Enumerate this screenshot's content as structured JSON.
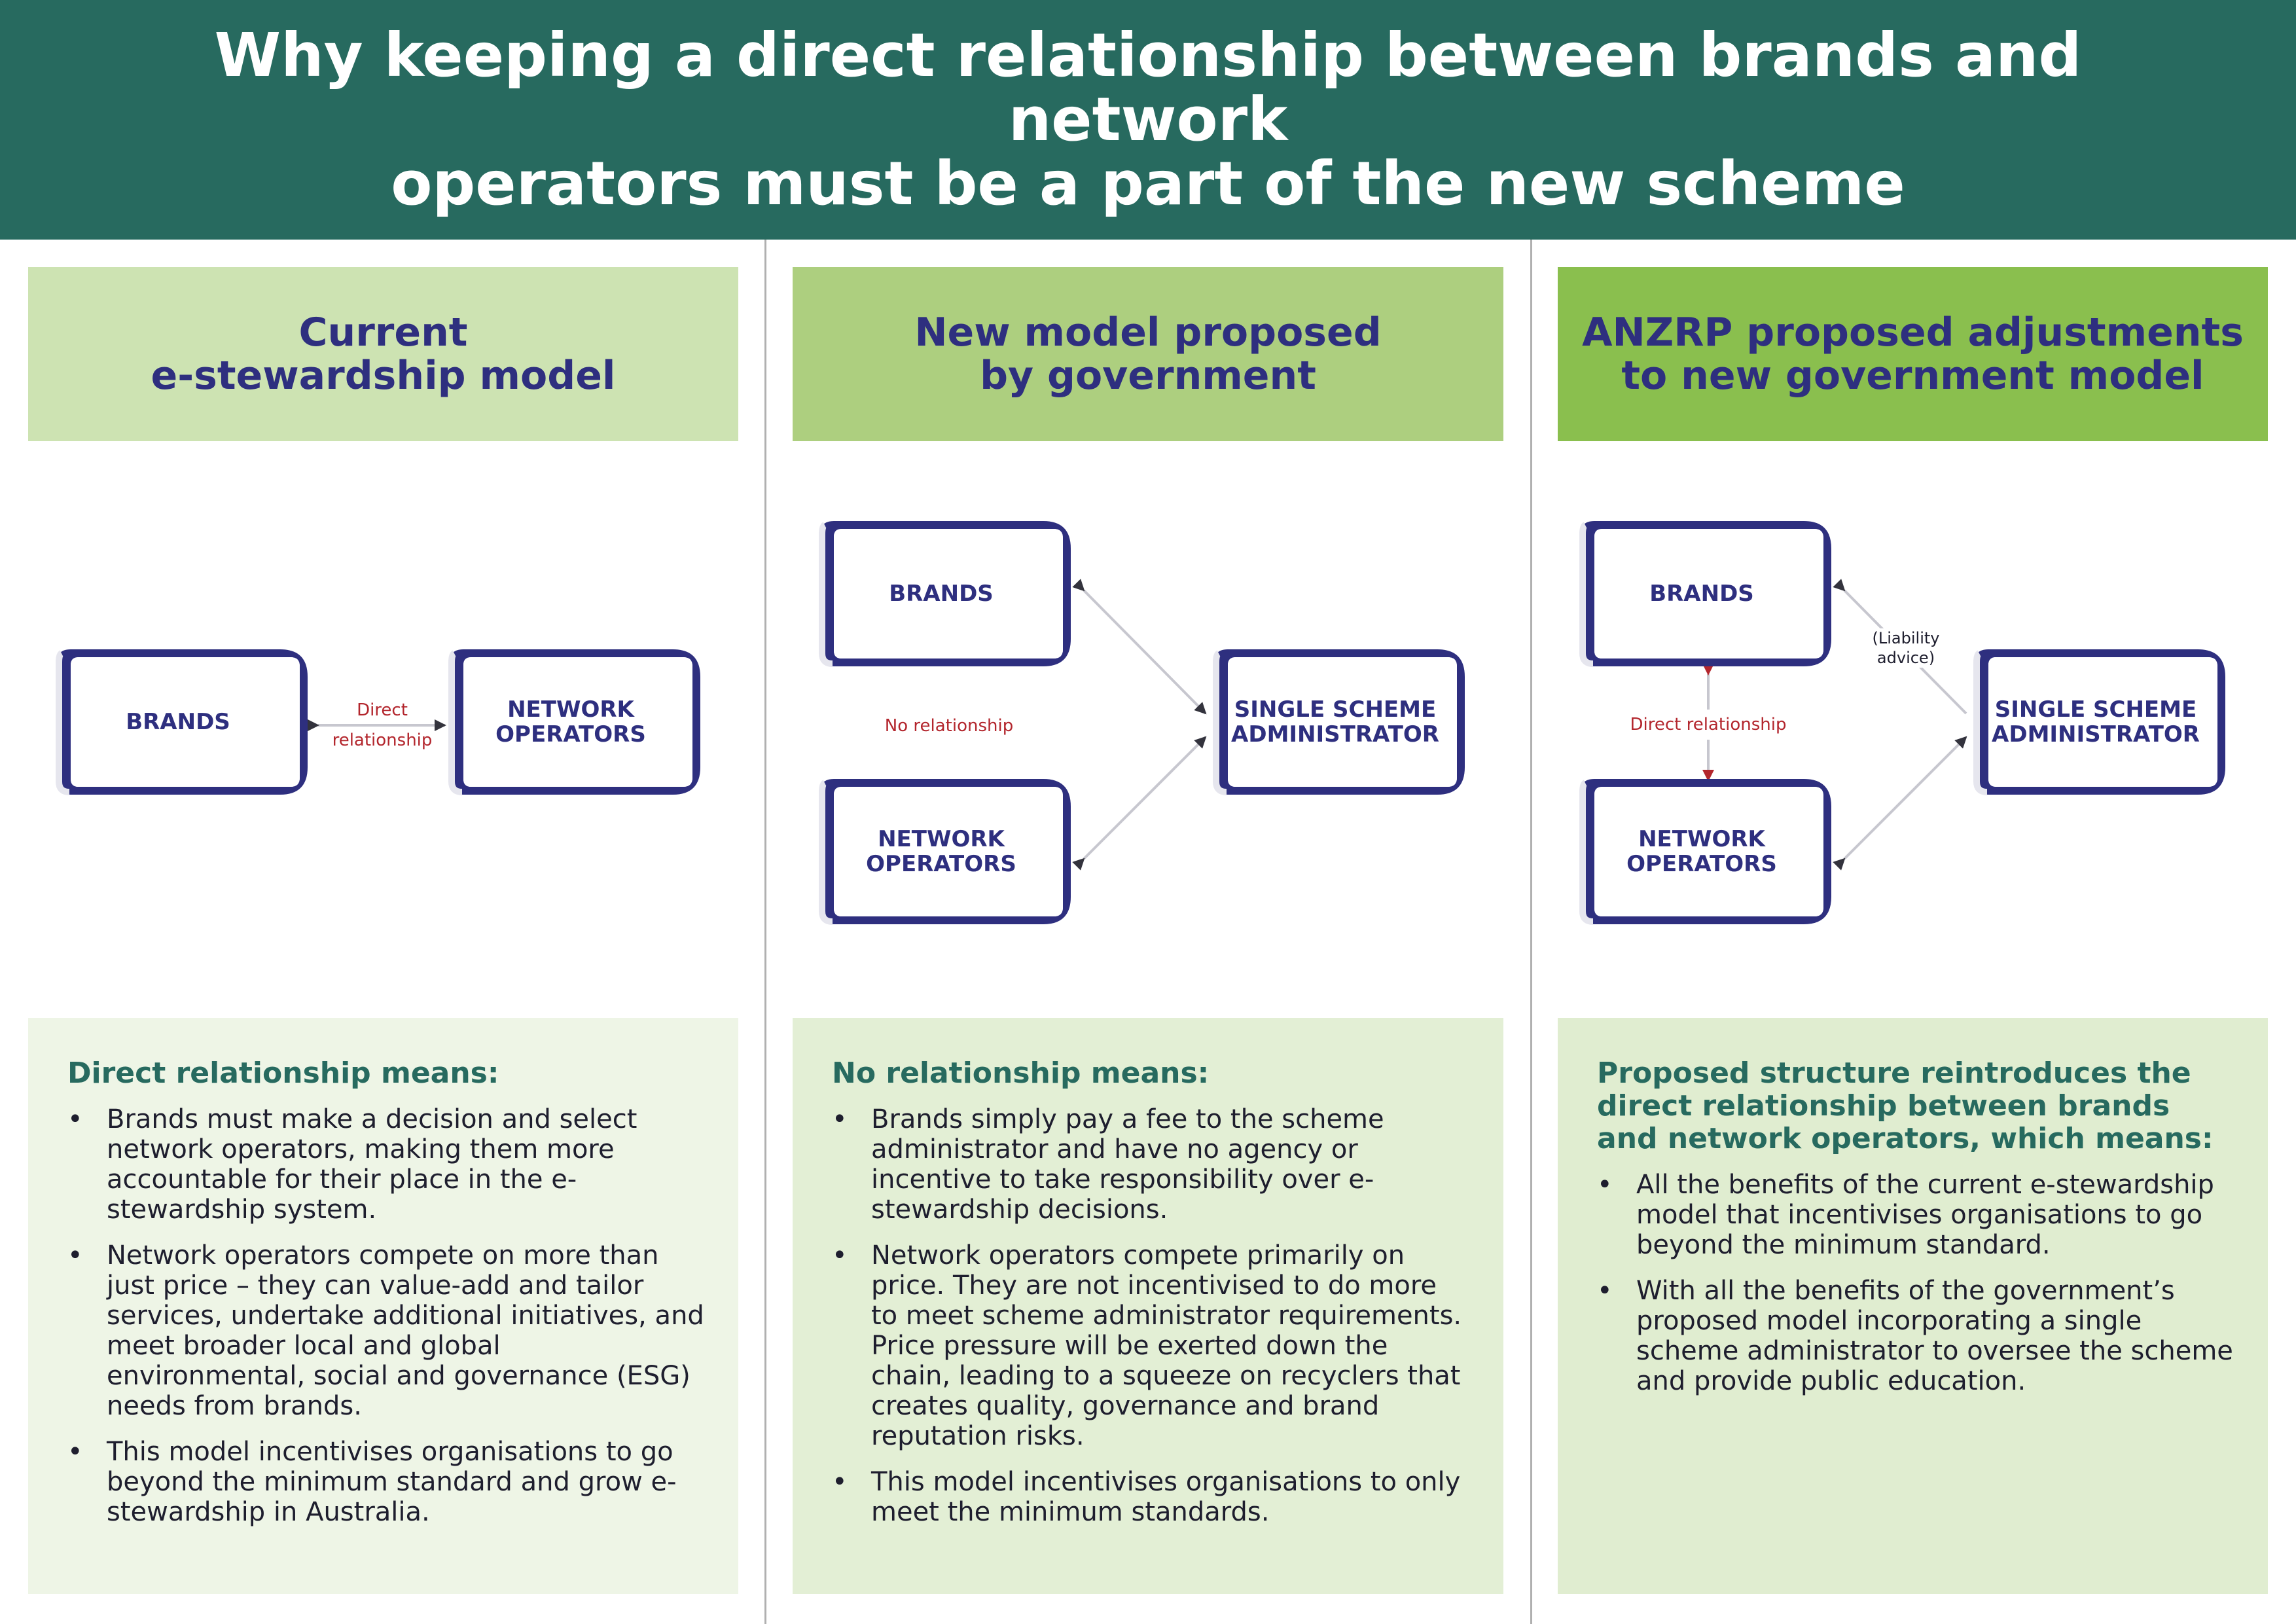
{
  "header": {
    "title": "Why keeping a direct relationship between brands and network\noperators must be a part of the new scheme"
  },
  "colors": {
    "header_bg": "#276a5f",
    "column_1_bg": "#cde3b2",
    "column_2_bg": "#adcf7f",
    "column_3_bg": "#8abf4e",
    "panel_1_bg": "#eef5e6",
    "panel_2_bg": "#e3efd5",
    "panel_3_bg": "#e0edd0",
    "node_border": "#2e2f7f",
    "relationship_red": "#b3262d",
    "connector_grey": "#c7c7cf"
  },
  "columns": [
    {
      "heading": "Current\ne-stewardship model",
      "diagram": {
        "nodes": [
          "BRANDS",
          "NETWORK\nOPERATORS"
        ],
        "relationship_label": "Direct\nrelationship"
      },
      "panel": {
        "title": "Direct relationship means:",
        "points": [
          "Brands must make a decision and select network operators, making them more accountable for their place in the e-stewardship system.",
          "Network operators compete on more than just price – they can value-add and tailor services, undertake additional initiatives, and meet broader local and global environmental, social and governance (ESG) needs from brands.",
          "This model incentivises organisations to go beyond the minimum standard and grow e-stewardship in Australia."
        ]
      }
    },
    {
      "heading": "New model proposed\nby government",
      "diagram": {
        "nodes": [
          "BRANDS",
          "NETWORK\nOPERATORS",
          "SINGLE SCHEME\nADMINISTRATOR"
        ],
        "relationship_label": "No relationship"
      },
      "panel": {
        "title": "No relationship means:",
        "points": [
          "Brands simply pay a fee to the scheme administrator and have no agency or incentive to take responsibility over e-stewardship decisions.",
          "Network operators compete primarily on price. They are not incentivised to do more to meet scheme administrator requirements. Price pressure will be exerted down the chain, leading to a squeeze on recyclers that creates quality, governance and brand reputation risks.",
          "This model incentivises organisations to only meet the minimum standards."
        ]
      }
    },
    {
      "heading": "ANZRP proposed adjustments\nto new government model",
      "diagram": {
        "nodes": [
          "BRANDS",
          "NETWORK\nOPERATORS",
          "SINGLE SCHEME\nADMINISTRATOR"
        ],
        "relationship_label": "Direct relationship",
        "advice_label": "(Liability\nadvice)"
      },
      "panel": {
        "title": "Proposed structure reintroduces the\ndirect relationship between brands\nand network operators, which means:",
        "points": [
          "All the benefits of the current e-stewardship model that incentivises organisations to go beyond the minimum standard.",
          "With all the benefits of the government’s proposed model incorporating a single scheme administrator to oversee the scheme and provide public education."
        ]
      }
    }
  ]
}
